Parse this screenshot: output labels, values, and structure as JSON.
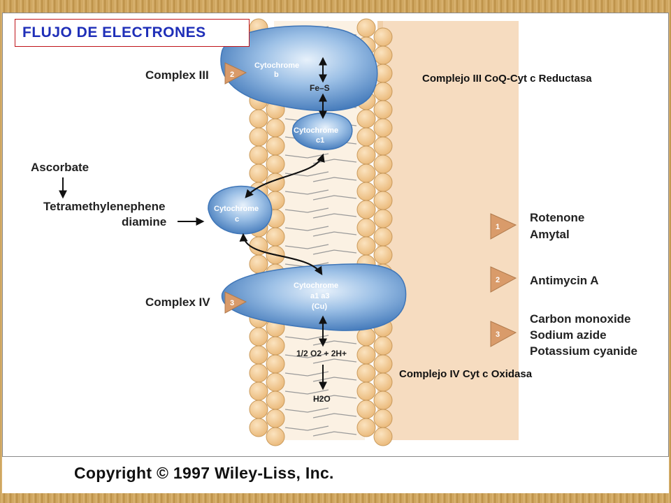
{
  "title": "FLUJO DE ELECTRONES",
  "annotations": {
    "complex_iii_name": "Complejo III CoQ-Cyt c Reductasa",
    "complex_iv_name": "Complejo IV Cyt c Oxidasa"
  },
  "labels": {
    "complex_iii": "Complex III",
    "complex_iv": "Complex IV",
    "ascorbate": "Ascorbate",
    "tmpd_line1": "Tetramethylenephene",
    "tmpd_line2": "diamine",
    "cyt_b_line1": "Cytochrome",
    "cyt_b_line2": "b",
    "fe_s": "Fe–S",
    "cyt_c1_line1": "Cytochrome",
    "cyt_c1_line2": "c1",
    "cyt_c_line1": "Cytochrome",
    "cyt_c_line2": "c",
    "cyt_a_line1": "Cytochrome",
    "cyt_a_line2": "a1 a3",
    "cyt_a_line3": "(Cu)",
    "oxygen_eq": "1/2 O2 + 2H+",
    "water": "H2O"
  },
  "inhibitors": [
    {
      "site": "1",
      "compounds": [
        "Rotenone",
        "Amytal"
      ]
    },
    {
      "site": "2",
      "compounds": [
        "Antimycin A"
      ]
    },
    {
      "site": "3",
      "compounds": [
        "Carbon monoxide",
        "Sodium azide",
        "Potassium cyanide"
      ]
    }
  ],
  "site_markers": {
    "complex_iii": "2",
    "complex_iv": "3"
  },
  "copyright": "Copyright © 1997 Wiley-Liss, Inc.",
  "colors": {
    "title_text": "#1f2fb8",
    "title_border": "#c0141a",
    "protein_blue": "#4d84c4",
    "lipid_head": "#f4c98e",
    "marker": "#d99b6a",
    "matrix": "#f6dcc0"
  }
}
